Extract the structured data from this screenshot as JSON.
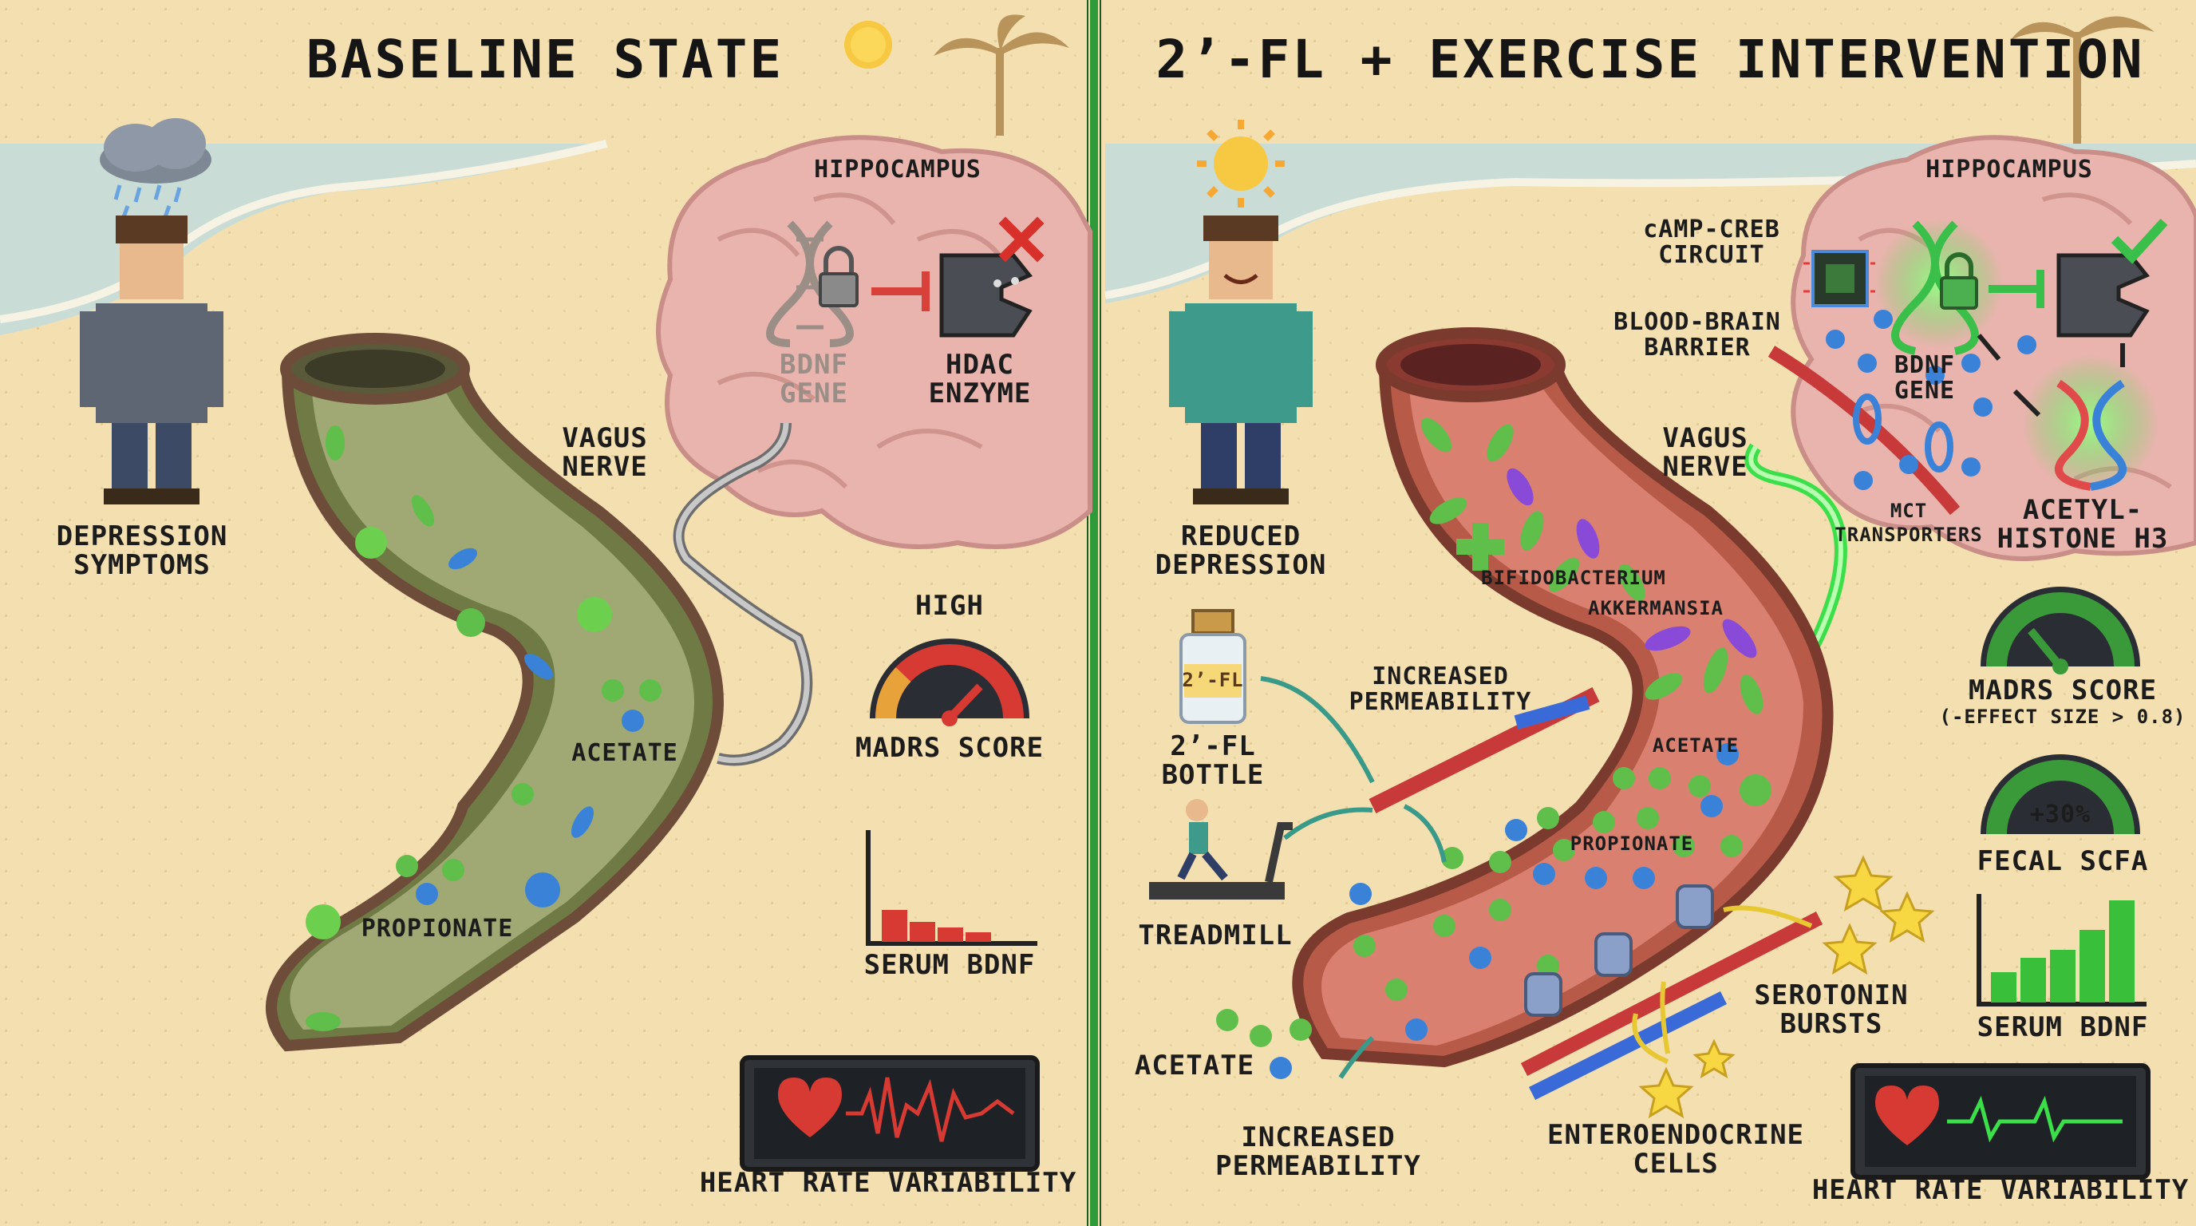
{
  "left_panel": {
    "title": "BASELINE STATE",
    "labels": {
      "hippocampus": "HIPPOCAMPUS",
      "bdnf_gene": "BDNF\nGENE",
      "hdac_enzyme": "HDAC\nENZYME",
      "vagus_nerve": "VAGUS\nNERVE",
      "depression_symptoms": "DEPRESSION\nSYMPTOMS",
      "acetate": "ACETATE",
      "propionate": "PROPIONATE",
      "high": "HIGH",
      "madrs_score": "MADRS SCORE",
      "serum_bdnf": "SERUM BDNF",
      "heart_rate_variability": "HEART RATE VARIABILITY"
    }
  },
  "right_panel": {
    "title": "2’-FL + EXERCISE INTERVENTION",
    "labels": {
      "hippocampus": "HIPPOCAMPUS",
      "camp_creb": "cAMP-CREB\nCIRCUIT",
      "bbb": "BLOOD-BRAIN\nBARRIER",
      "vagus_nerve": "VAGUS\nNERVE",
      "bdnf_gene": "BDNF\nGENE",
      "mct_transporters": "MCT\nTRANSPORTERS",
      "acetyl_histone": "ACETYL-\nHISTONE H3",
      "reduced_depression": "REDUCED\nDEPRESSION",
      "bifidobacterium": "BIFIDOBACTERIUM",
      "akkermansia": "AKKERMANSIA",
      "increased_permeability_top": "INCREASED\nPERMEABILITY",
      "acetate_in_gut": "ACETATE",
      "propionate": "PROPIONATE",
      "bottle_tag": "2’-FL",
      "bottle_label": "2’-FL\nBOTTLE",
      "treadmill": "TREADMILL",
      "acetate_outside": "ACETATE",
      "increased_permeability_bottom": "INCREASED\nPERMEABILITY",
      "enteroendocrine": "ENTEROENDOCRINE\nCELLS",
      "serotonin": "SEROTONIN\nBURSTS",
      "madrs_score": "MADRS SCORE",
      "effect_size": "(-EFFECT SIZE > 0.8)",
      "fecal_tag": "+30%",
      "fecal_scfa": "FECAL SCFA",
      "serum_bdnf": "SERUM BDNF",
      "heart_rate_variability": "HEART RATE VARIABILITY"
    }
  },
  "colors": {
    "sand": "#f3dfb0",
    "sea": "#c9ddd6",
    "brain": "#e8b4ad",
    "gut_left": "#8f9a64",
    "gut_right": "#c96a58",
    "divider": "#2e9a3a",
    "gauge_red": "#d63a32",
    "gauge_green": "#3a9a3a"
  },
  "icons": [
    "rain-cloud-icon",
    "sun-icon",
    "palm-tree-icon",
    "dna-icon",
    "lock-icon",
    "hdac-enzyme-icon",
    "x-mark-icon",
    "check-mark-icon",
    "heart-icon",
    "bottle-icon",
    "treadmill-icon",
    "chip-icon",
    "star-icon"
  ]
}
